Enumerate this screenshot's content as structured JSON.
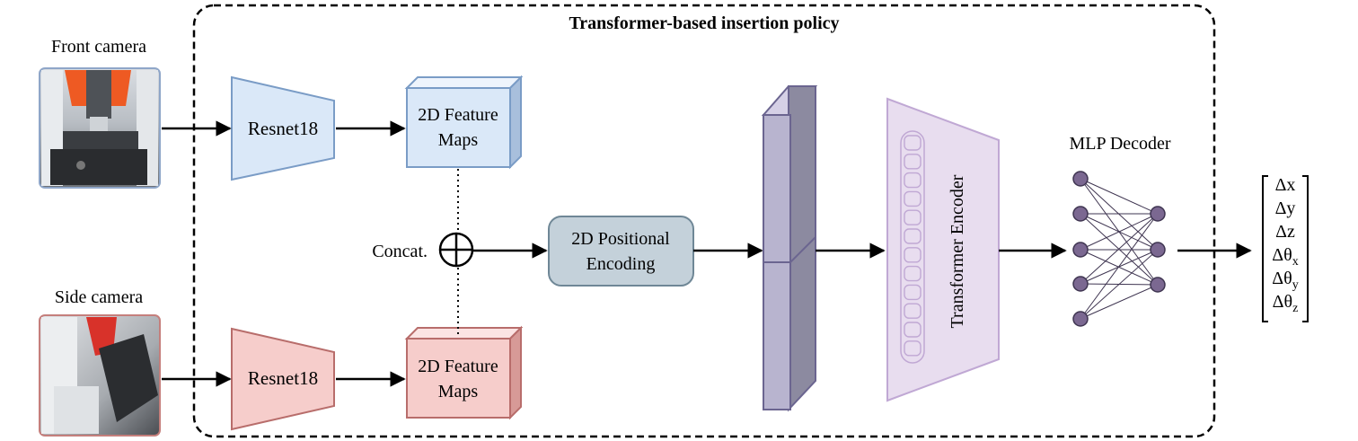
{
  "title": "Transformer-based insertion policy",
  "cameras": {
    "front": "Front camera",
    "side": "Side camera"
  },
  "blocks": {
    "resnet_top": "Resnet18",
    "resnet_bottom": "Resnet18",
    "feature_top": [
      "2D Feature",
      "Maps"
    ],
    "feature_bottom": [
      "2D Feature",
      "Maps"
    ],
    "concat": "Concat.",
    "positional": [
      "2D Positional",
      "Encoding"
    ],
    "transformer": "Transformer Encoder",
    "mlp": "MLP Decoder"
  },
  "outputs": [
    {
      "base": "Δx",
      "sub": ""
    },
    {
      "base": "Δy",
      "sub": ""
    },
    {
      "base": "Δz",
      "sub": ""
    },
    {
      "base": "Δθ",
      "sub": "x"
    },
    {
      "base": "Δθ",
      "sub": "y"
    },
    {
      "base": "Δθ",
      "sub": "z"
    }
  ],
  "colors": {
    "blue_fill": "#dae8f8",
    "blue_stroke": "#7a9cc6",
    "red_fill": "#f6cdcb",
    "red_stroke": "#b86d6b",
    "posenc_fill": "#c4d1da",
    "posenc_stroke": "#6f8796",
    "token_fill": "#b8b4cf",
    "token_stroke": "#6b6590",
    "transformer_fill": "#e8ddef",
    "transformer_stroke": "#c0a8d4",
    "node_fill": "#7b6891",
    "node_stroke": "#3e3450"
  }
}
